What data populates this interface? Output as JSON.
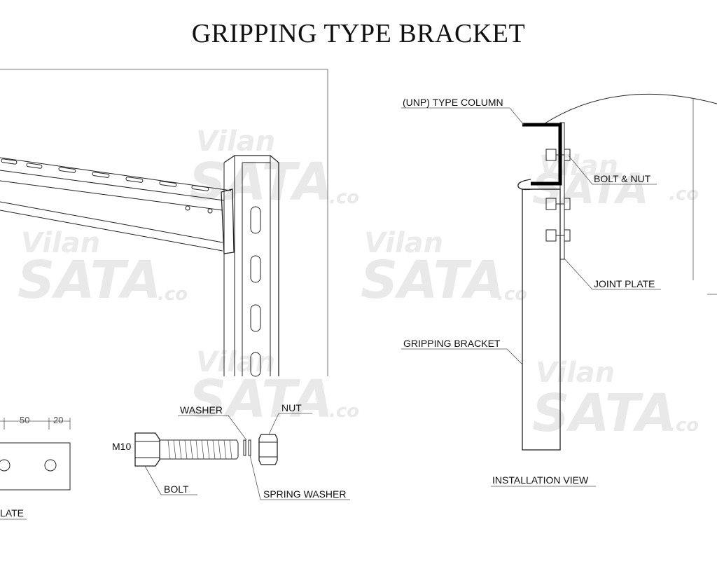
{
  "title": "GRIPPING TYPE BRACKET",
  "labels": {
    "unp_column": "(UNP) TYPE COLUMN",
    "bolt_nut": "BOLT & NUT",
    "joint_plate": "JOINT PLATE",
    "gripping_bracket": "GRIPPING BRACKET",
    "installation_view": "INSTALLATION VIEW",
    "washer": "WASHER",
    "nut": "NUT",
    "bolt": "BOLT",
    "spring_washer": "SPRING WASHER",
    "bolt_size": "M10",
    "plate_partial": "LATE"
  },
  "dimensions": {
    "d1": "50",
    "d2": "20"
  },
  "watermark": {
    "brand": "SATA",
    "suffix": ".co",
    "script": "Vilan"
  }
}
